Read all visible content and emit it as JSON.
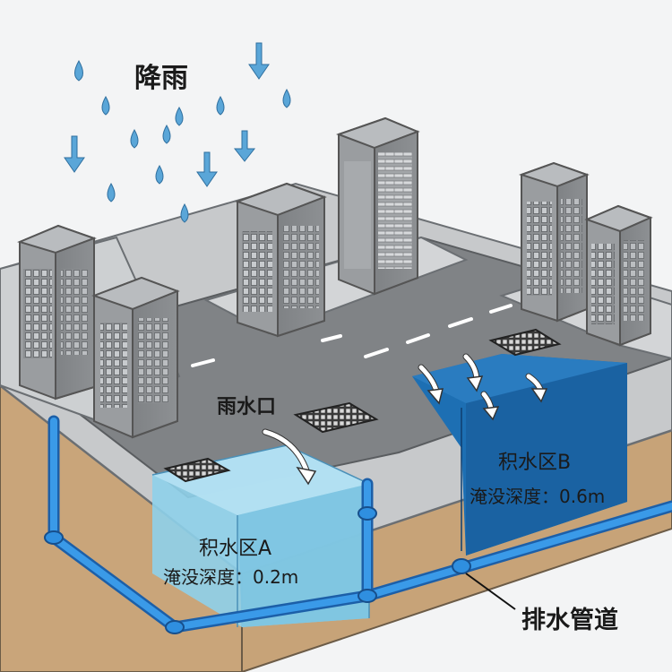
{
  "labels": {
    "rain": "降雨",
    "inlet": "雨水口",
    "zone_a_title": "积水区A",
    "zone_a_depth": "淹没深度：0.2m",
    "zone_b_title": "积水区B",
    "zone_b_depth": "淹没深度：0.6m",
    "pipe": "排水管道"
  },
  "colors": {
    "soil": "#c9a57a",
    "road": "#808386",
    "building": "#9a9da0",
    "water_a": "#8ed0ea",
    "water_b": "#1d6fb3",
    "pipe": "#2f8fe0",
    "raindrop": "#5aa6d8"
  }
}
